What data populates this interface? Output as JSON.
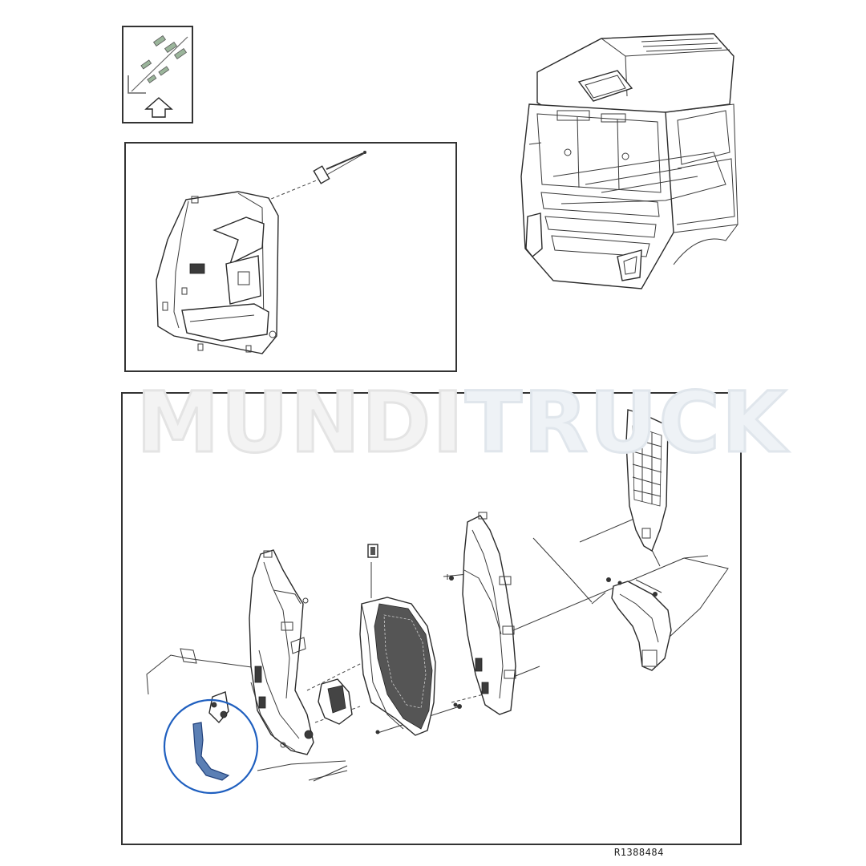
{
  "watermark": {
    "part1": "MUNDI",
    "part2": "TRUCK"
  },
  "figure": {
    "reference": "R1388484"
  },
  "colors": {
    "highlight": "#1f5fbf",
    "highlight_fill": "#5b7fb4",
    "line": "#2a2a2a"
  },
  "icons": {
    "view_indicator": "exploded-view-arrow-icon"
  }
}
